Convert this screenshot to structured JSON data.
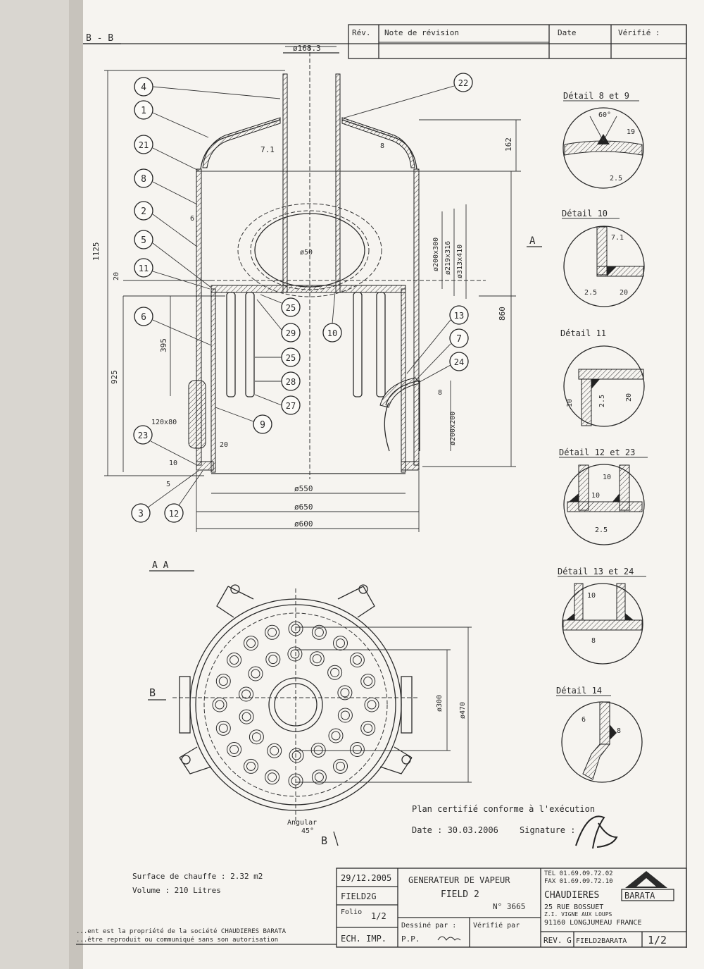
{
  "revision_table": {
    "headers": [
      "Rév.",
      "Note de révision",
      "Date",
      "Vérifié :"
    ]
  },
  "section_bb_label": "B - B",
  "section_aa_label": "A  A",
  "section_mark": "B",
  "arrow_label": "A",
  "balloons": [
    "4",
    "1",
    "21",
    "8",
    "2",
    "5",
    "11",
    "6",
    "22",
    "25",
    "29",
    "10",
    "25",
    "28",
    "27",
    "9",
    "13",
    "7",
    "24",
    "23",
    "3",
    "12"
  ],
  "dimensions": {
    "top_pipe": "ø168.3",
    "t71": "7.1",
    "d162": "162",
    "d1125": "1125",
    "d860": "860",
    "d925": "925",
    "d395": "395",
    "d20": "20",
    "s8": "8",
    "s6": "6",
    "d200x300": "ø200x300",
    "d219x316": "ø219x316",
    "d313x410": "ø313x410",
    "d50": "ø50",
    "d200x200": "ø200x200",
    "d120x80": "120x80",
    "d550": "ø550",
    "d650": "ø650",
    "d600": "ø600",
    "d300": "ø300",
    "d470": "ø470",
    "t20": "20",
    "t10": "10",
    "t5": "5"
  },
  "details": [
    {
      "title": "Détail 8 et 9",
      "dims": [
        "60°",
        "19",
        "2.5"
      ]
    },
    {
      "title": "Détail 10",
      "dims": [
        "7.1",
        "2.5",
        "20"
      ]
    },
    {
      "title": "Détail 11",
      "dims": [
        "2.5",
        "10",
        "20"
      ]
    },
    {
      "title": "Détail 12 et 23",
      "dims": [
        "10",
        "10",
        "2.5"
      ]
    },
    {
      "title": "Détail 13 et 24",
      "dims": [
        "10",
        "8"
      ]
    },
    {
      "title": "Détail 14",
      "dims": [
        "6",
        "8"
      ]
    }
  ],
  "angular": "Angular\n45°",
  "certification": {
    "line1": "Plan certifié conforme à l'exécution",
    "date_label": "Date : 30.03.2006",
    "signature_label": "Signature :"
  },
  "specs": {
    "surface": "Surface de chauffe : 2.32 m2",
    "volume": "Volume : 210 Litres"
  },
  "title_block": {
    "date": "29/12.2005",
    "ref": "FIELD2G",
    "folio_label": "Folio",
    "folio": "1/2",
    "scale": "ECH. IMP.",
    "title1": "GENERATEUR DE VAPEUR",
    "title2": "FIELD 2",
    "number": "N° 3665",
    "drawn_label": "Dessiné par :",
    "drawn_value": "P.P.",
    "checked_label": "Vérifié par",
    "tel": "TEL 01.69.09.72.02",
    "fax": "FAX 01.69.09.72.10",
    "company": "CHAUDIERES",
    "brand": "BARATA",
    "addr1": "25 RUE BOSSUET",
    "addr2": "Z.I. VIGNE AUX LOUPS",
    "addr3": "91160 LONGJUMEAU FRANCE",
    "rev": "REV. G",
    "file": "FIELD2BARATA",
    "page": "1/2"
  },
  "footer": {
    "line1": "...ent est la propriété de la société CHAUDIERES BARATA",
    "line2": "...être reproduit ou communiqué sans son autorisation"
  },
  "colors": {
    "paper": "#f4f2ee",
    "ink": "#2a2a2a",
    "brand_dark": "#2b2b2b"
  }
}
